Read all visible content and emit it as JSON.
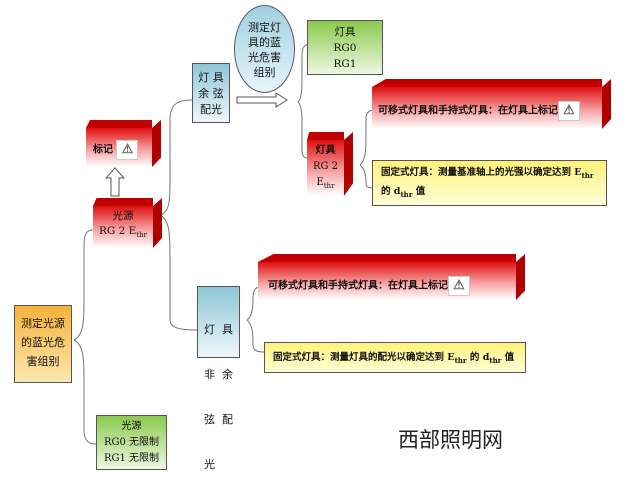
{
  "root": {
    "lines": [
      "测定光源",
      "的蓝光危",
      "害组别"
    ]
  },
  "source_rg2": {
    "line1": "光源",
    "line2": "RG 2 E",
    "sub": "thr"
  },
  "marking": {
    "label": "标记",
    "icon": "blue-light-hazard-warning-icon"
  },
  "source_rg01": {
    "lines": [
      "光源",
      "RG0  无限制",
      "RG1  无限制"
    ]
  },
  "cosine": {
    "lines": [
      "灯 具",
      "余 弦",
      "配光"
    ]
  },
  "noncosine": {
    "lines": [
      "灯  具",
      "非  余",
      "弦  配",
      "光"
    ]
  },
  "ellipse": {
    "lines": [
      "测定灯",
      "具的蓝",
      "光危害",
      "组别"
    ]
  },
  "lum_rg01": {
    "lines": [
      "灯具",
      "RG0",
      "RG1"
    ]
  },
  "lum_rg2": {
    "line1": "灯具",
    "line2": "RG 2",
    "line3": "E",
    "sub": "thr"
  },
  "banner1": {
    "text": "可移式灯具和手持式灯具：在灯具上标记"
  },
  "yellow1": {
    "text1": "固定式灯具：测量基准轴上的光强以确定达到 E",
    "sub1": "thr",
    "text2": "的 d",
    "sub2": "thr",
    "text3": " 值"
  },
  "banner2": {
    "text": "可移式灯具和手持式灯具：在灯具上标记"
  },
  "yellow2": {
    "text1": "固定式灯具：测量灯具的配光以确定达到 E",
    "sub1": "thr",
    "text2": " 的 d",
    "sub2": "thr",
    "text3": " 值"
  },
  "watermark": "西部照明网"
}
